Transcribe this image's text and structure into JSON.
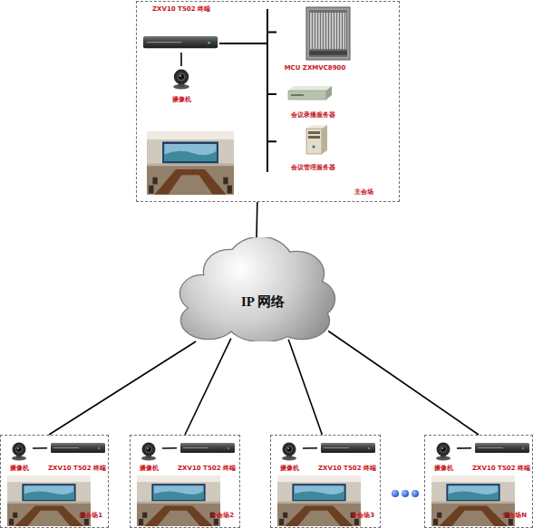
{
  "diagram": {
    "nodes": [
      {
        "text": [
          "主会场"
        ]
      },
      {
        "text": [
          "ZXV10 T502 终端"
        ],
        "in": 0
      },
      {
        "text": [
          "摄像机"
        ],
        "in": 0
      },
      {
        "text": [
          "MCU ZXMVC8900"
        ],
        "in": 0
      },
      {
        "text": [
          "会议录播服务器"
        ],
        "in": 0
      },
      {
        "text": [
          "会议管理服务器"
        ],
        "in": 0
      },
      {
        "text": [
          "IP 网络"
        ]
      },
      {
        "text": [
          "分会场1"
        ]
      },
      {
        "text": [
          "摄像机"
        ],
        "in": 7
      },
      {
        "text": [
          "ZXV10 T502 终端"
        ],
        "in": 7
      },
      {
        "text": [
          "分会场2"
        ]
      },
      {
        "text": [
          "摄像机"
        ],
        "in": 10
      },
      {
        "text": [
          "ZXV10 T502 终端"
        ],
        "in": 10
      },
      {
        "text": [
          "分会场3"
        ]
      },
      {
        "text": [
          "摄像机"
        ],
        "in": 13
      },
      {
        "text": [
          "ZXV10 T502 终端"
        ],
        "in": 13
      },
      {
        "text": [
          "分会场N"
        ]
      },
      {
        "text": [
          "摄像机"
        ],
        "in": 16
      },
      {
        "text": [
          "ZXV10 T502 终端"
        ],
        "in": 16
      }
    ],
    "edges": [
      {
        "from": 1,
        "to": 2,
        "arrow": "none"
      },
      {
        "from": 1,
        "to": 3,
        "arrow": "none"
      },
      {
        "from": 1,
        "to": 4,
        "arrow": "none"
      },
      {
        "from": 1,
        "to": 5,
        "arrow": "none"
      },
      {
        "from": 0,
        "to": 6,
        "arrow": "none"
      },
      {
        "from": 6,
        "to": 7,
        "arrow": "none"
      },
      {
        "from": 6,
        "to": 10,
        "arrow": "none"
      },
      {
        "from": 6,
        "to": 13,
        "arrow": "none"
      },
      {
        "from": 6,
        "to": 16,
        "arrow": "none"
      },
      {
        "from": 8,
        "to": 9,
        "arrow": "none"
      },
      {
        "from": 11,
        "to": 12,
        "arrow": "none"
      },
      {
        "from": 14,
        "to": 15,
        "arrow": "none"
      },
      {
        "from": 17,
        "to": 18,
        "arrow": "none"
      }
    ]
  }
}
